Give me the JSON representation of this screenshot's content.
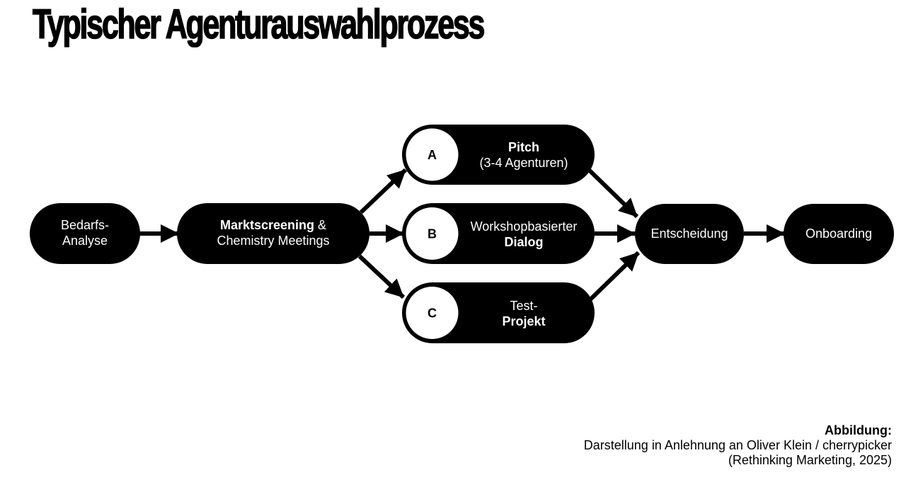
{
  "title": "Typischer Agenturauswahlprozess",
  "nodes": {
    "bedarf": {
      "line1": "Bedarfs-",
      "line2": "Analyse"
    },
    "markt": {
      "line1_bold": "Marktscreening",
      "line1_rest": " &",
      "line2": "Chemistry Meetings"
    },
    "pitch": {
      "badge": "A",
      "line1": "Pitch",
      "line2": "(3-4 Agenturen)"
    },
    "workshop": {
      "badge": "B",
      "line1": "Workshopbasierter",
      "line2": "Dialog"
    },
    "test": {
      "badge": "C",
      "line1": "Test-",
      "line2": "Projekt"
    },
    "entscheidung": {
      "label": "Entscheidung"
    },
    "onboarding": {
      "label": "Onboarding"
    }
  },
  "edges": [
    {
      "from": "bedarf",
      "to": "markt"
    },
    {
      "from": "markt",
      "to": "pitch"
    },
    {
      "from": "markt",
      "to": "workshop"
    },
    {
      "from": "markt",
      "to": "test"
    },
    {
      "from": "pitch",
      "to": "entscheidung"
    },
    {
      "from": "workshop",
      "to": "entscheidung"
    },
    {
      "from": "test",
      "to": "entscheidung"
    },
    {
      "from": "entscheidung",
      "to": "onboarding"
    }
  ],
  "caption": {
    "heading": "Abbildung:",
    "line1": "Darstellung in Anlehnung an Oliver Klein / cherrypicker",
    "line2": "(Rethinking Marketing, 2025)"
  },
  "colors": {
    "node_fill": "#000000",
    "node_text": "#ffffff",
    "badge_fill": "#ffffff",
    "arrow": "#000000"
  }
}
